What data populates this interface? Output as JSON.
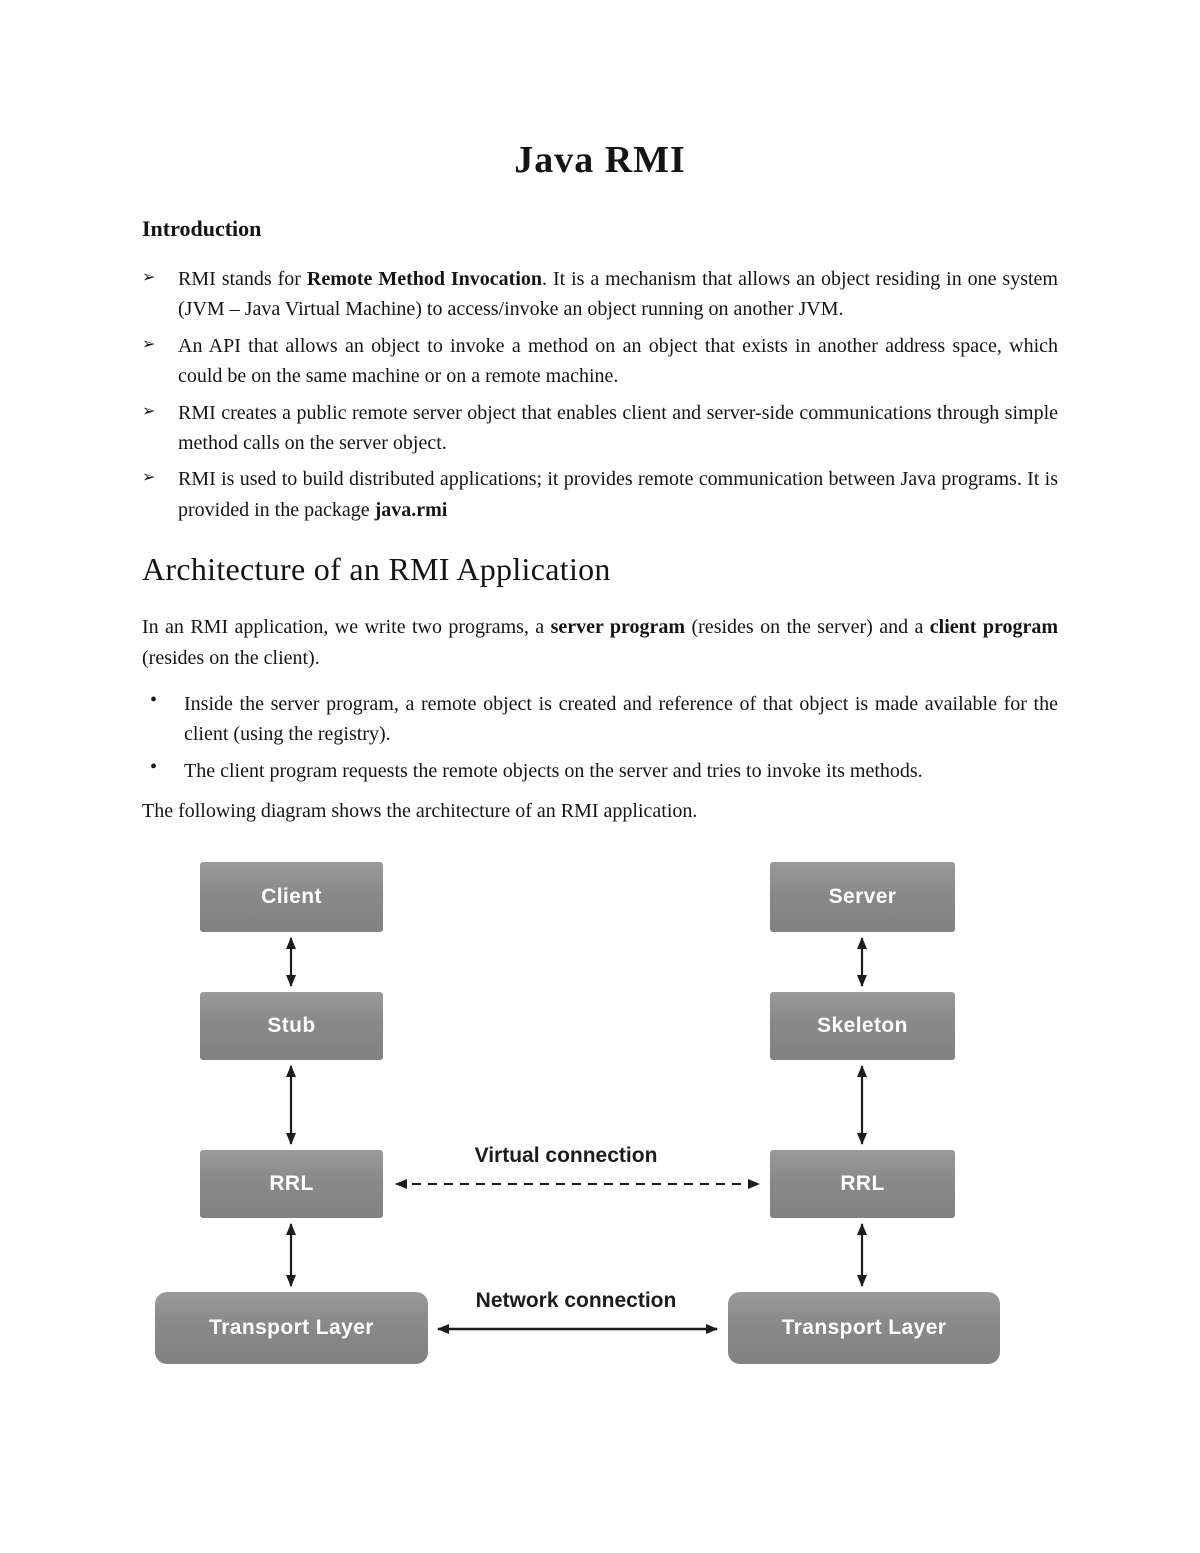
{
  "doc": {
    "title": "Java RMI",
    "colors": {
      "box_gray": "#8a8a8a",
      "text": "#141414",
      "box_text": "#ffffff"
    },
    "intro": {
      "heading": "Introduction",
      "marker": "➢",
      "bullets": [
        {
          "parts": [
            {
              "t": "RMI stands for "
            },
            {
              "t": "Remote Method Invocation",
              "b": true
            },
            {
              "t": ". It is a mechanism that allows an object residing in one system (JVM – Java Virtual Machine) to access/invoke an object running on another JVM."
            }
          ]
        },
        {
          "parts": [
            {
              "t": "An API that allows an object to invoke a method on an object that exists in another address space, which could be on the same machine or on a remote machine."
            }
          ]
        },
        {
          "parts": [
            {
              "t": "RMI creates a public remote server object that enables client and server-side communications through simple method calls on the server object."
            }
          ]
        },
        {
          "parts": [
            {
              "t": "RMI is used to build distributed applications; it provides remote communication between Java programs. It is provided in the package "
            },
            {
              "t": "java.rmi",
              "b": true
            }
          ]
        }
      ]
    },
    "architecture": {
      "heading": "Architecture of an RMI Application",
      "para1_parts": [
        {
          "t": "In an RMI application, we write two programs, a "
        },
        {
          "t": "server program",
          "b": true
        },
        {
          "t": " (resides on the server) and a "
        },
        {
          "t": "client program",
          "b": true
        },
        {
          "t": " (resides on the client)."
        }
      ],
      "bullet_marker": "•",
      "bullets": [
        "Inside the server program, a remote object is created and reference of that object is made available for the client (using the registry).",
        "The client program requests the remote objects on the server and tries to invoke its methods."
      ],
      "para2": "The following diagram shows the architecture of an RMI application."
    },
    "diagram": {
      "boxes": {
        "client": "Client",
        "server": "Server",
        "stub": "Stub",
        "skeleton": "Skeleton",
        "rrl_left": "RRL",
        "rrl_right": "RRL",
        "transport_left": "Transport Layer",
        "transport_right": "Transport Layer"
      },
      "labels": {
        "virtual": "Virtual connection",
        "network": "Network connection"
      }
    }
  }
}
